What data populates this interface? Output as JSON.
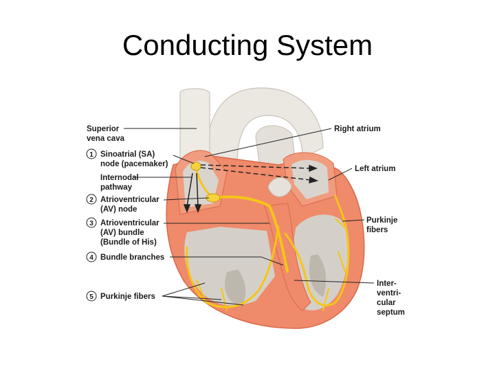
{
  "title": "Conducting System",
  "labels": {
    "superior_vena_cava": [
      "Superior",
      "vena cava"
    ],
    "sa_node": {
      "number": "1",
      "lines": [
        "Sinoatrial (SA)",
        "node (pacemaker)"
      ]
    },
    "internodal_pathway": [
      "Internodal",
      "pathway"
    ],
    "av_node": {
      "number": "2",
      "lines": [
        "Atrioventricular",
        "(AV) node"
      ]
    },
    "av_bundle": {
      "number": "3",
      "lines": [
        "Atrioventricular",
        "(AV) bundle",
        "(Bundle of His)"
      ]
    },
    "bundle_branches": {
      "number": "4",
      "lines": [
        "Bundle branches"
      ]
    },
    "purkinje_fibers_left": {
      "number": "5",
      "lines": [
        "Purkinje fibers"
      ]
    },
    "right_atrium": [
      "Right atrium"
    ],
    "left_atrium": [
      "Left atrium"
    ],
    "purkinje_fibers_right": [
      "Purkinje",
      "fibers"
    ],
    "interventricular_septum": [
      "Inter-",
      "ventri-",
      "cular",
      "septum"
    ]
  },
  "colors": {
    "myocardium": "#ef8a6a",
    "chamber": "#d7d3cc",
    "vessel": "#ece8e2",
    "conduction": "#f5c518"
  }
}
